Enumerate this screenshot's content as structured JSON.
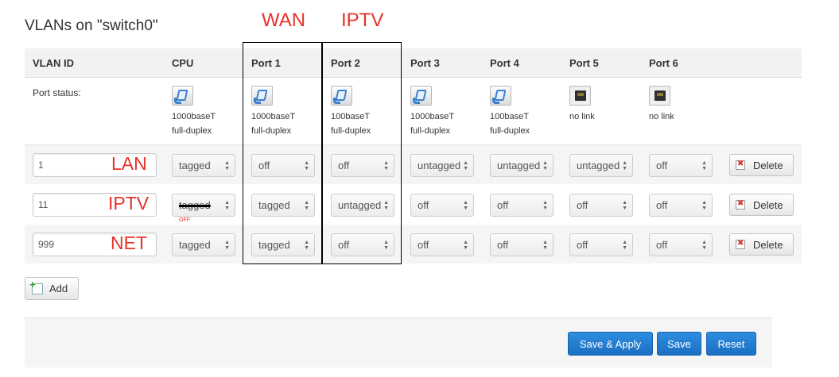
{
  "page_title": "VLANs on \"switch0\"",
  "annotations": {
    "wan": "WAN",
    "iptv": "IPTV"
  },
  "columns": [
    "VLAN ID",
    "CPU",
    "Port 1",
    "Port 2",
    "Port 3",
    "Port 4",
    "Port 5",
    "Port 6"
  ],
  "port_status": {
    "label": "Port status:",
    "ports": [
      {
        "icon": "ethernet-link-icon",
        "speed": "1000baseT",
        "duplex": "full-duplex"
      },
      {
        "icon": "ethernet-link-icon",
        "speed": "1000baseT",
        "duplex": "full-duplex"
      },
      {
        "icon": "ethernet-link-icon",
        "speed": "100baseT",
        "duplex": "full-duplex"
      },
      {
        "icon": "ethernet-link-icon",
        "speed": "1000baseT",
        "duplex": "full-duplex"
      },
      {
        "icon": "ethernet-link-icon",
        "speed": "100baseT",
        "duplex": "full-duplex"
      },
      {
        "icon": "ethernet-nolink-icon",
        "speed": "no link",
        "duplex": ""
      },
      {
        "icon": "ethernet-nolink-icon",
        "speed": "no link",
        "duplex": ""
      }
    ]
  },
  "vlans": [
    {
      "id": "1",
      "note": "LAN",
      "ports": [
        "tagged",
        "off",
        "off",
        "untagged",
        "untagged",
        "untagged",
        "off"
      ],
      "delete_label": "Delete"
    },
    {
      "id": "11",
      "note": "IPTV",
      "ports": [
        "tagged",
        "tagged",
        "untagged",
        "off",
        "off",
        "off",
        "off"
      ],
      "cpu_note": "OFF",
      "delete_label": "Delete"
    },
    {
      "id": "999",
      "note": "NET",
      "ports": [
        "tagged",
        "tagged",
        "off",
        "off",
        "off",
        "off",
        "off"
      ],
      "delete_label": "Delete"
    }
  ],
  "add_label": "Add",
  "footer": {
    "save_apply": "Save & Apply",
    "save": "Save",
    "reset": "Reset"
  },
  "colors": {
    "annotation_red": "#e8322b",
    "primary_button": "#1b6fc2"
  }
}
